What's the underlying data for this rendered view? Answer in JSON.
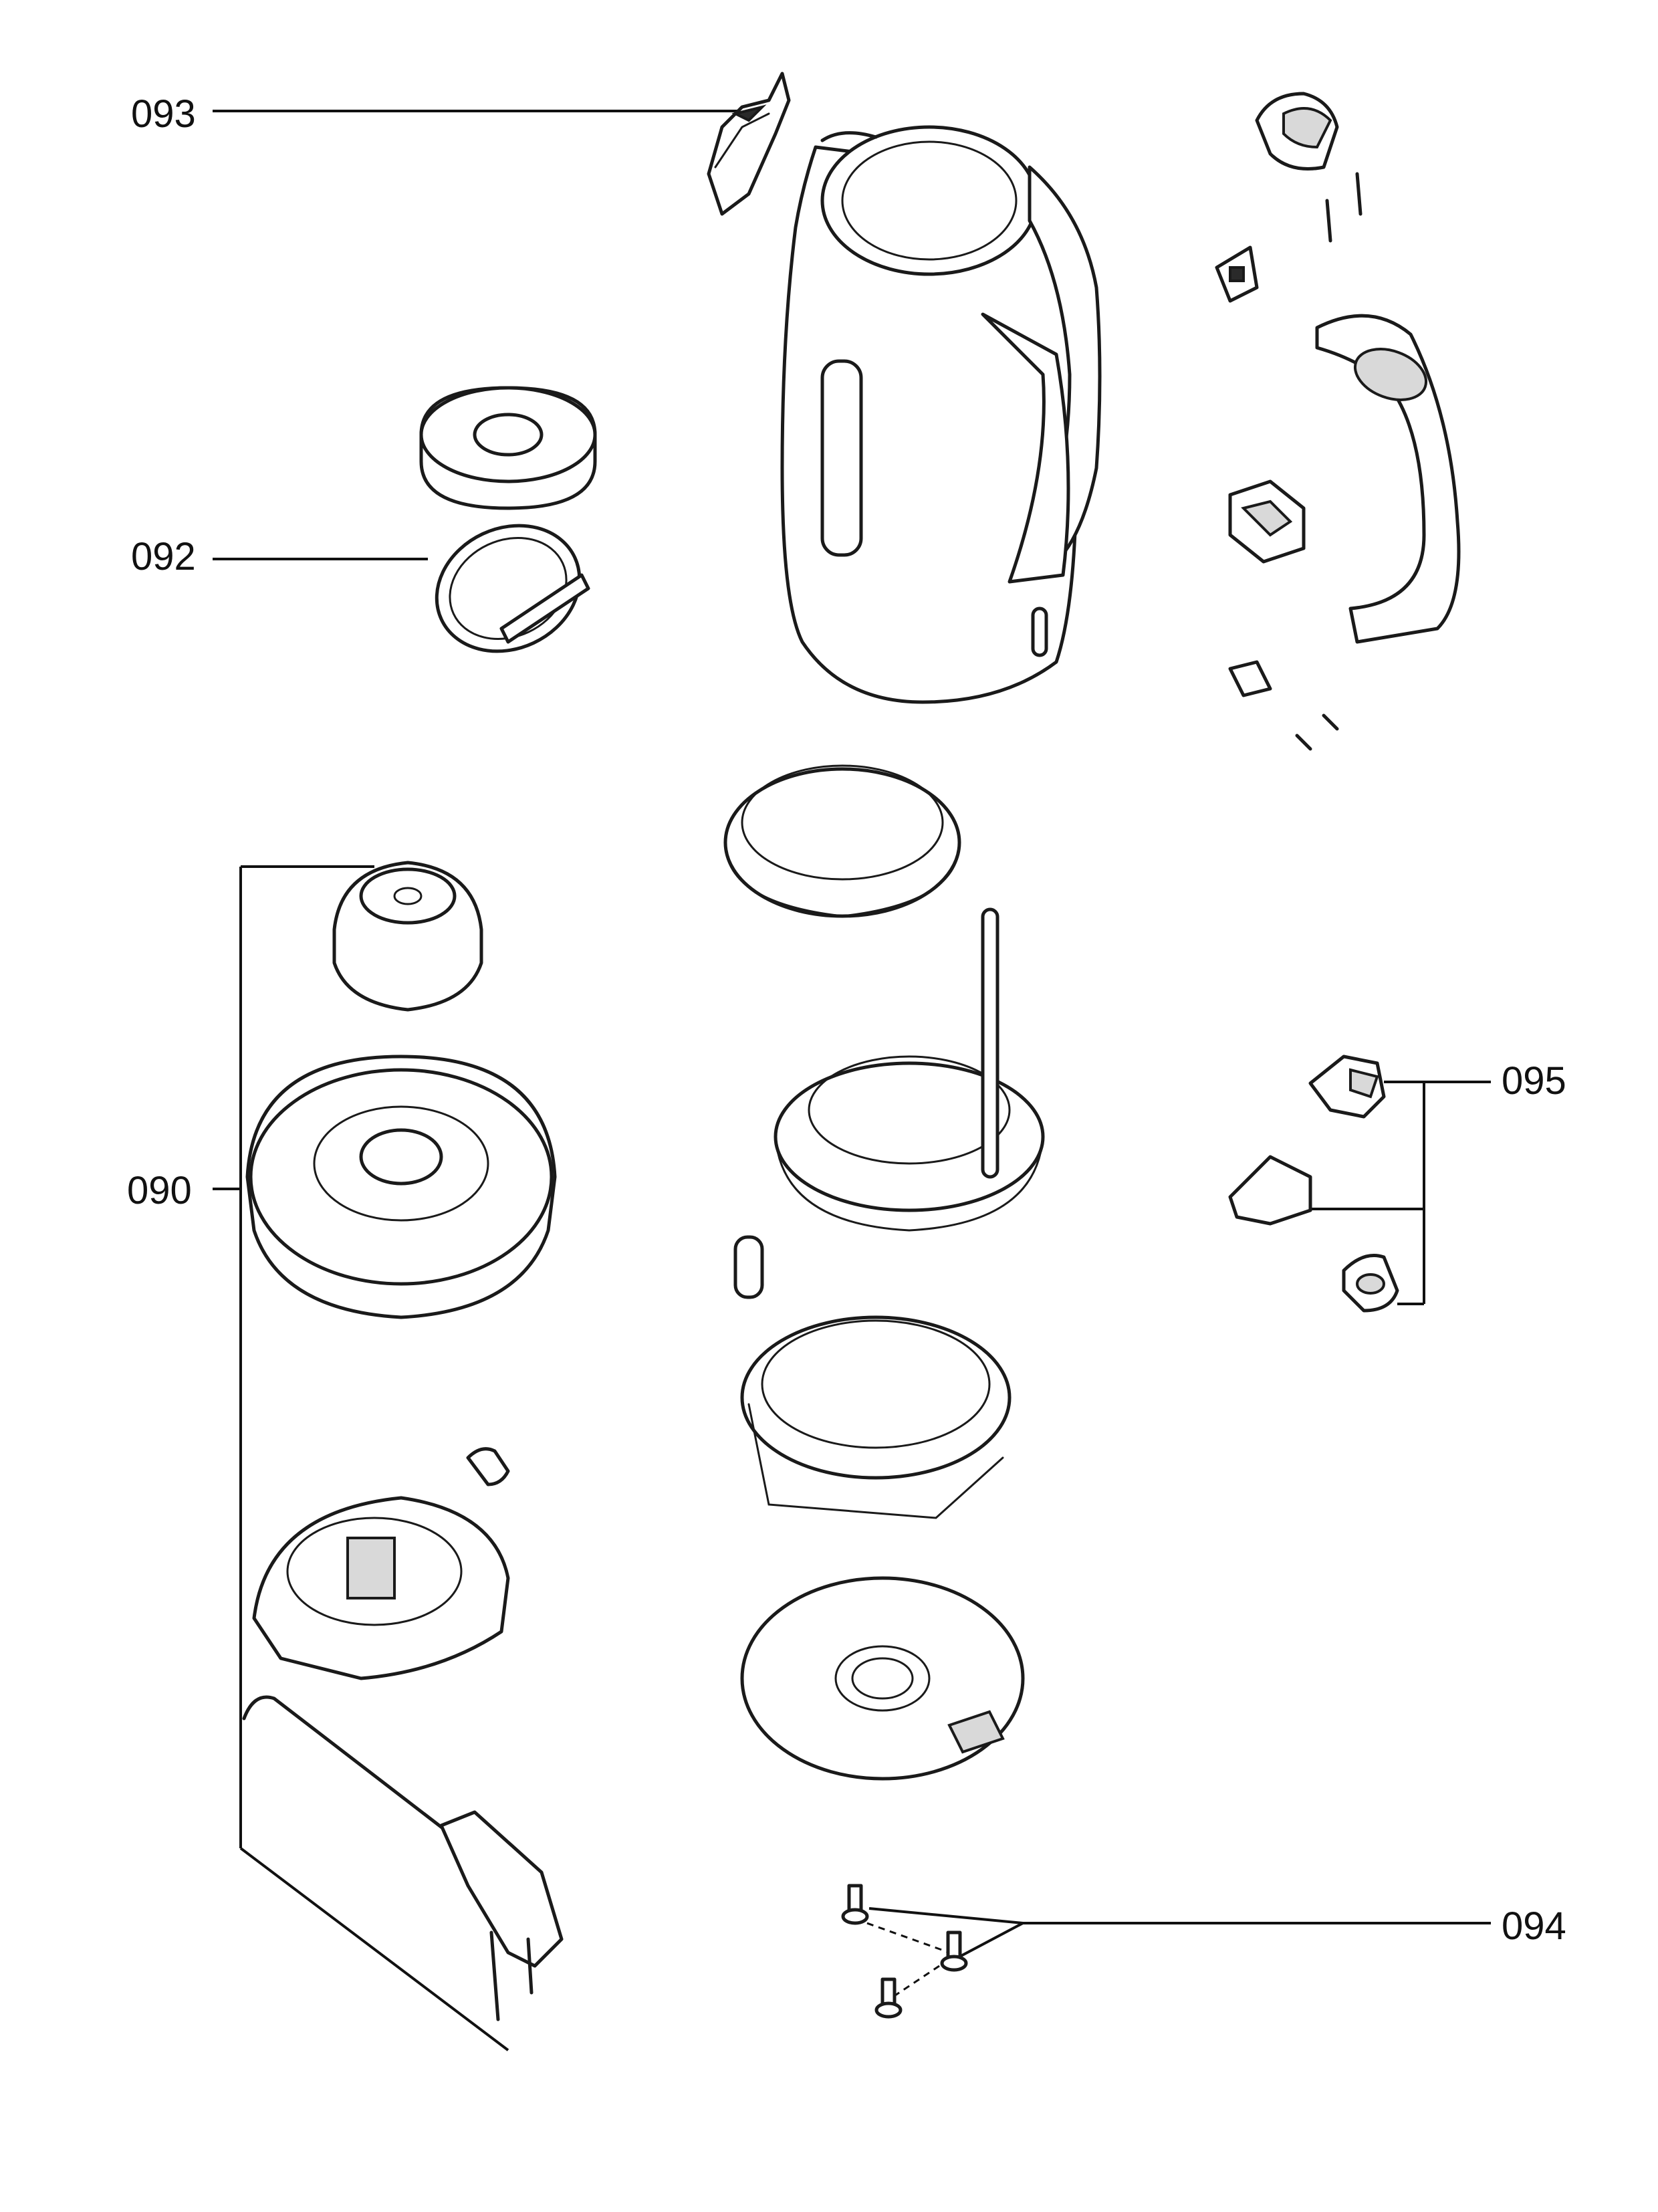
{
  "callouts": {
    "c093": "093",
    "c092": "092",
    "c090": "090",
    "c095": "095",
    "c094": "094"
  }
}
